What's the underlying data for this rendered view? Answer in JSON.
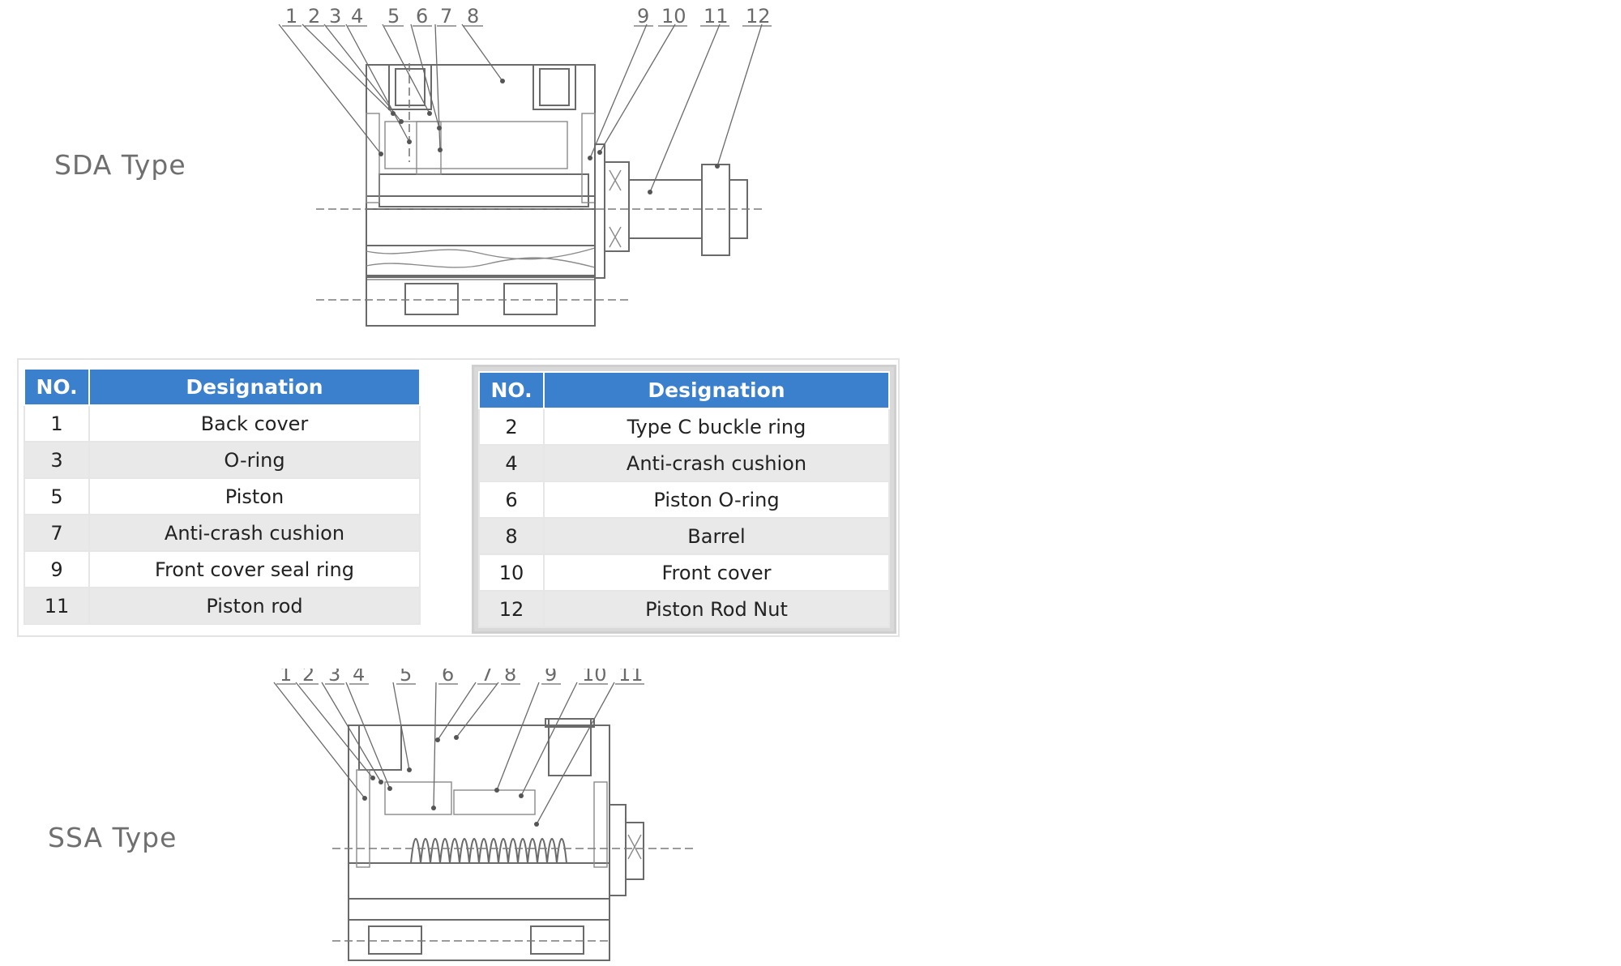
{
  "sda": {
    "title": "SDA Type",
    "callouts": [
      "1",
      "2",
      "3",
      "4",
      "5",
      "6",
      "7",
      "8",
      "9",
      "10",
      "11",
      "12"
    ]
  },
  "ssa": {
    "title": "SSA Type",
    "callouts": [
      "1",
      "2",
      "3",
      "4",
      "5",
      "6",
      "7",
      "8",
      "9",
      "10",
      "11"
    ]
  },
  "table_headers": {
    "no": "NO.",
    "designation": "Designation"
  },
  "left_table": [
    {
      "no": "1",
      "designation": "Back cover"
    },
    {
      "no": "3",
      "designation": "O-ring"
    },
    {
      "no": "5",
      "designation": "Piston"
    },
    {
      "no": "7",
      "designation": "Anti-crash cushion"
    },
    {
      "no": "9",
      "designation": "Front cover seal ring"
    },
    {
      "no": "11",
      "designation": "Piston rod"
    }
  ],
  "right_table": [
    {
      "no": "2",
      "designation": "Type C buckle ring"
    },
    {
      "no": "4",
      "designation": "Anti-crash cushion"
    },
    {
      "no": "6",
      "designation": "Piston O-ring"
    },
    {
      "no": "8",
      "designation": "Barrel"
    },
    {
      "no": "10",
      "designation": "Front cover"
    },
    {
      "no": "12",
      "designation": "Piston Rod Nut"
    }
  ],
  "colors": {
    "header": "#3a80cc",
    "row_alt": "#e9e9e9",
    "line": "#6a6a6a"
  }
}
